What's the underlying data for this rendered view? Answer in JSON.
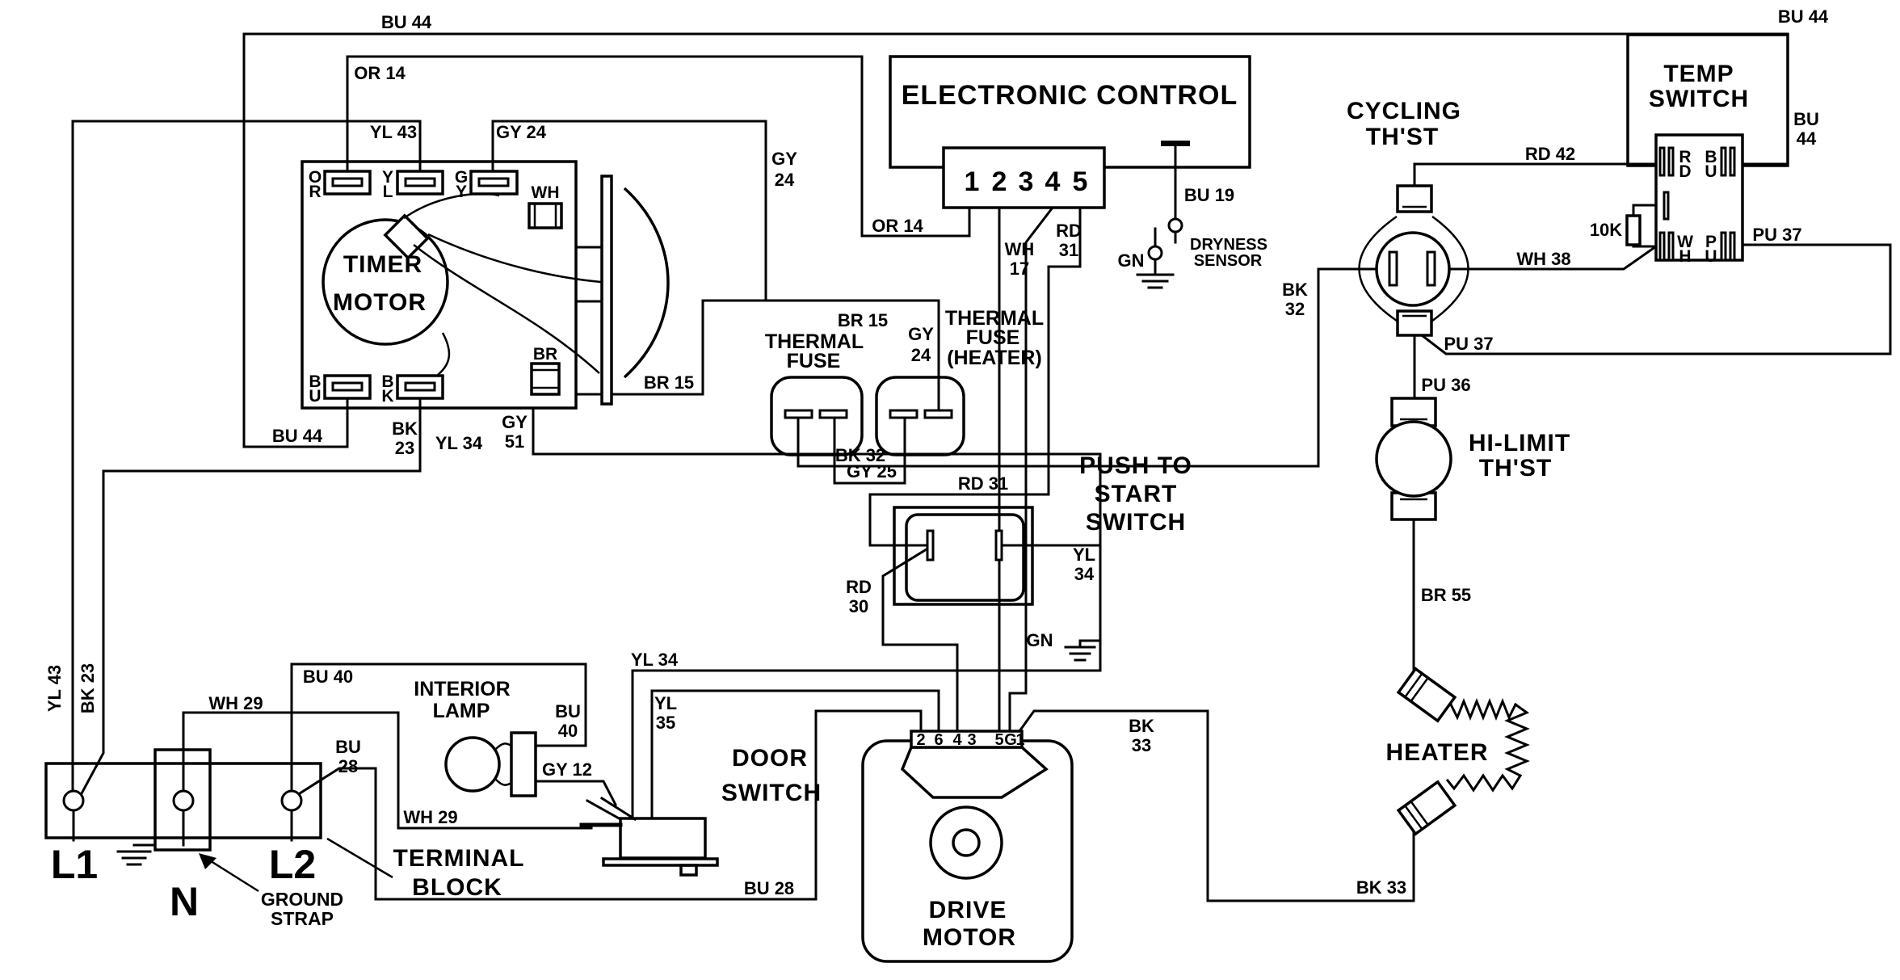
{
  "wires": {
    "bu44": "BU 44",
    "bu40": "BU 40",
    "bu28": "BU 28",
    "bu19": "BU 19",
    "bk23": "BK 23",
    "bk32": "BK 32",
    "bk33": "BK 33",
    "br15": "BR 15",
    "br55": "BR 55",
    "gy12": "GY 12",
    "gy24": "GY 24",
    "gy25": "GY 25",
    "gy51": "GY 51",
    "yl34": "YL 34",
    "yl35": "YL 35",
    "yl43": "YL 43",
    "or14": "OR 14",
    "rd30": "RD 30",
    "rd31": "RD 31",
    "rd42": "RD 42",
    "wh17": "WH 17",
    "wh29": "WH 29",
    "wh38": "WH 38",
    "pu36": "PU 36",
    "pu37": "PU 37",
    "gn": "GN"
  },
  "parts": {
    "bu": "BU",
    "bk": "BK",
    "br": "BR",
    "gy": "GY",
    "yl": "YL",
    "rd": "RD",
    "wh": "WH",
    "pu": "PU",
    "n17": "17",
    "n23": "23",
    "n24": "24",
    "n28": "28",
    "n30": "30",
    "n31": "31",
    "n32": "32",
    "n33": "33",
    "n34": "34",
    "n35": "35",
    "n40": "40",
    "n44": "44",
    "n51": "51"
  },
  "terminals": {
    "o": "O",
    "r": "R",
    "y": "Y",
    "l": "L",
    "g": "G",
    "b": "B",
    "u": "U",
    "k": "K",
    "w": "W",
    "h": "H",
    "d": "D",
    "p": "P",
    "wh": "WH",
    "br": "BR"
  },
  "components": {
    "timer": {
      "line1": "TIMER",
      "line2": "MOTOR"
    },
    "electronic_control": {
      "title": "ELECTRONIC CONTROL",
      "pins": [
        "1",
        "2",
        "3",
        "4",
        "5"
      ]
    },
    "dryness_sensor": {
      "line1": "DRYNESS",
      "line2": "SENSOR"
    },
    "cycling_thermostat": {
      "line1": "CYCLING",
      "line2": "TH'ST"
    },
    "temp_switch": {
      "line1": "TEMP",
      "line2": "SWITCH",
      "resistor": "10K"
    },
    "hi_limit": {
      "line1": "HI-LIMIT",
      "line2": "TH'ST"
    },
    "heater": {
      "title": "HEATER"
    },
    "thermal_fuse": {
      "line1": "THERMAL",
      "line2": "FUSE"
    },
    "thermal_fuse_heater": {
      "line1": "THERMAL",
      "line2": "FUSE",
      "line3": "(HEATER)"
    },
    "push_to_start": {
      "line1": "PUSH TO",
      "line2": "START",
      "line3": "SWITCH"
    },
    "door_switch": {
      "line1": "DOOR",
      "line2": "SWITCH"
    },
    "interior_lamp": {
      "line1": "INTERIOR",
      "line2": "LAMP"
    },
    "terminal_block": {
      "line1": "TERMINAL",
      "line2": "BLOCK",
      "l1": "L1",
      "n": "N",
      "l2": "L2",
      "strap1": "GROUND",
      "strap2": "STRAP"
    },
    "drive_motor": {
      "line1": "DRIVE",
      "line2": "MOTOR",
      "pins": [
        "2",
        "6",
        "4",
        "3",
        "5",
        "G",
        "1"
      ]
    }
  },
  "colors": {
    "line": "#000000",
    "background": "#ffffff"
  }
}
